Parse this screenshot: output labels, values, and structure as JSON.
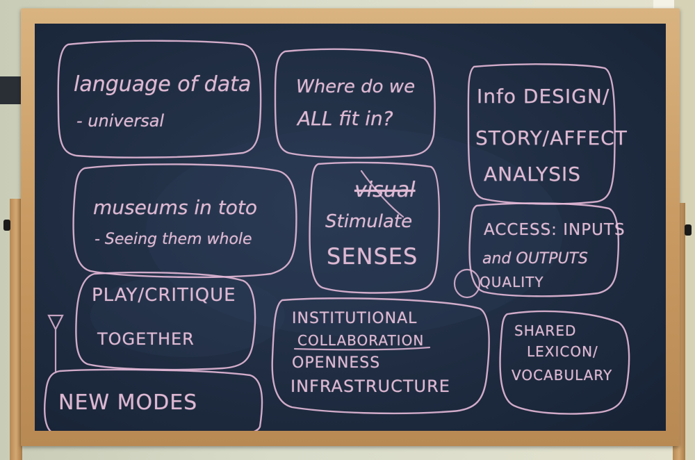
{
  "board": {
    "notes": [
      {
        "lines": [
          "language of data",
          "- universal"
        ]
      },
      {
        "lines": [
          "Where do we",
          "ALL fit in?"
        ]
      },
      {
        "lines": [
          "Info DESIGN/",
          "STORY/AFFECT",
          "ANALYSIS"
        ]
      },
      {
        "lines": [
          "museums in toto",
          "- Seeing them whole"
        ]
      },
      {
        "lines": [
          "visual",
          "Stimulate",
          "SENSES"
        ]
      },
      {
        "lines": [
          "ACCESS: INPUTS",
          "and OUTPUTS",
          "QUALITY"
        ]
      },
      {
        "lines": [
          "PLAY/CRITIQUE",
          "TOGETHER"
        ]
      },
      {
        "lines": [
          "INSTITUTIONAL",
          "COLLABORATION",
          "OPENNESS",
          "INFRASTRUCTURE"
        ]
      },
      {
        "lines": [
          "SHARED",
          "LEXICON/",
          "VOCABULARY"
        ]
      },
      {
        "lines": [
          "NEW MODES"
        ]
      }
    ]
  },
  "colors": {
    "chalk": "#efc5e0",
    "board": "#1f2c41",
    "frame": "#c99a62"
  }
}
